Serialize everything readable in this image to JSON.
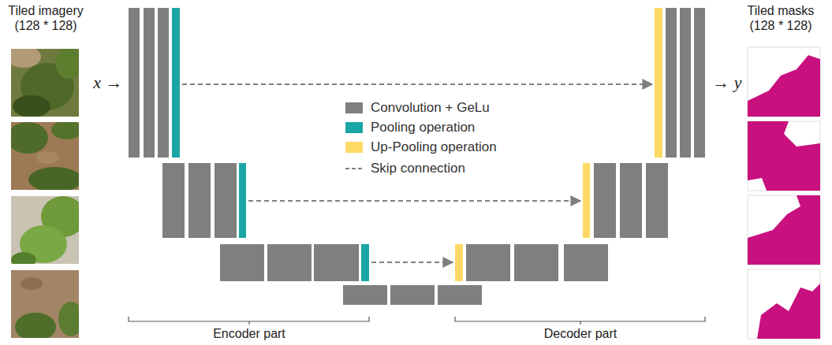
{
  "diagram": {
    "labels": [
      "Tiled imagery (128 * 128)",
      "x →",
      "→ y",
      "Tiled masks (128 * 128)",
      "Encoder part",
      "Decoder part"
    ],
    "legend": [
      {
        "text": "Convolution + GeLu",
        "color": "#7f7f7f"
      },
      {
        "text": "Pooling operation",
        "color": "#1aa6a4"
      },
      {
        "text": "Up-Pooling operation",
        "color": "#ffd966"
      },
      {
        "text": "Skip connection"
      }
    ]
  }
}
